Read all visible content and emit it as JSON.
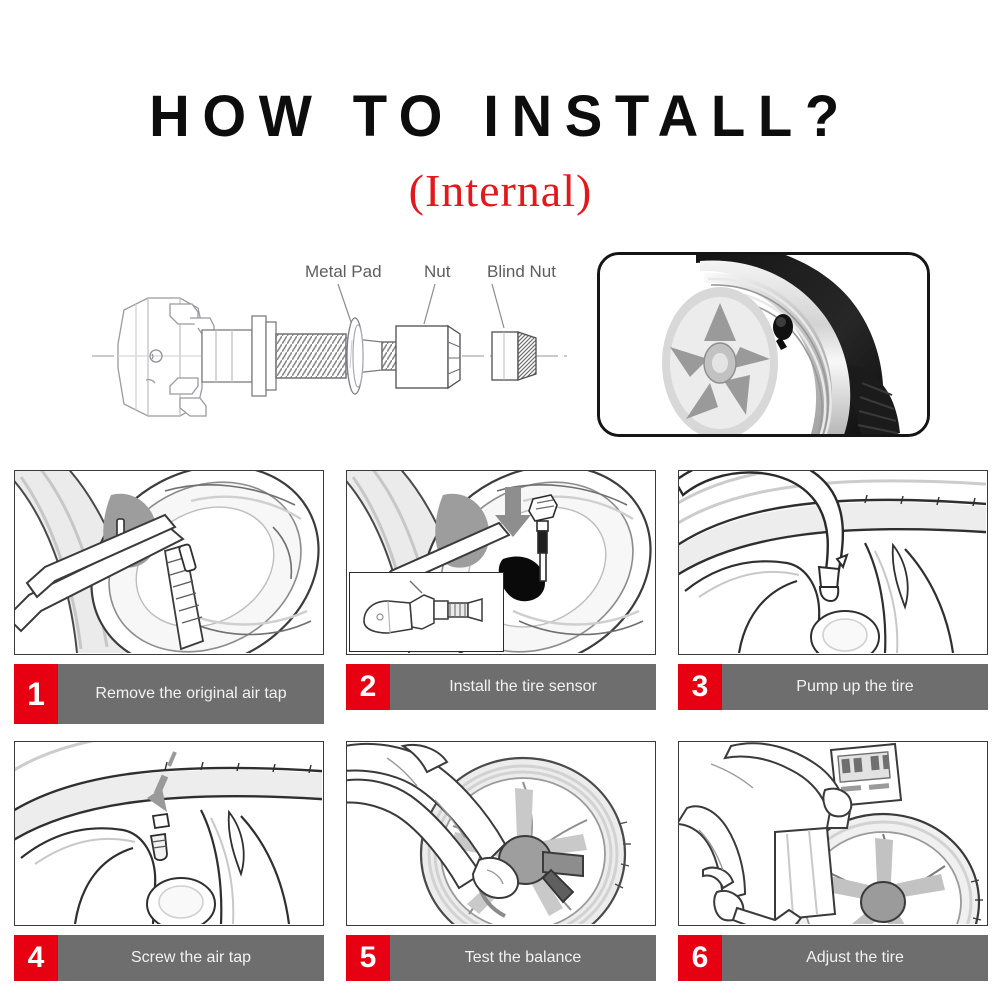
{
  "page": {
    "title": "HOW TO INSTALL?",
    "subtitle": "(Internal)",
    "title_color": "#0d0d0d",
    "subtitle_color": "#e2181c",
    "background": "#ffffff"
  },
  "parts_diagram": {
    "labels": [
      {
        "id": "metal-pad",
        "text": "Metal Pad"
      },
      {
        "id": "nut",
        "text": "Nut"
      },
      {
        "id": "blind-nut",
        "text": "Blind Nut"
      }
    ]
  },
  "photo_inset": {
    "caption": "",
    "description": "silver alloy wheel with black tire and internal valve sensor"
  },
  "steps": {
    "number_bg": "#e60012",
    "caption_bg": "#6e6e6e",
    "caption_color": "#f2f2f2",
    "items": [
      {
        "number": "1",
        "text": "Remove the original air tap",
        "lines": [
          "Remove the original",
          "air tap"
        ]
      },
      {
        "number": "2",
        "text": "Install the tire sensor",
        "lines": [
          "Install the tire sensor"
        ]
      },
      {
        "number": "3",
        "text": "Pump up the tire",
        "lines": [
          "Pump up the tire"
        ]
      },
      {
        "number": "4",
        "text": "Screw the air tap",
        "lines": [
          "Screw the air tap"
        ]
      },
      {
        "number": "5",
        "text": "Test the balance",
        "lines": [
          "Test the balance"
        ]
      },
      {
        "number": "6",
        "text": "Adjust the tire",
        "lines": [
          "Adjust the tire"
        ]
      }
    ]
  }
}
